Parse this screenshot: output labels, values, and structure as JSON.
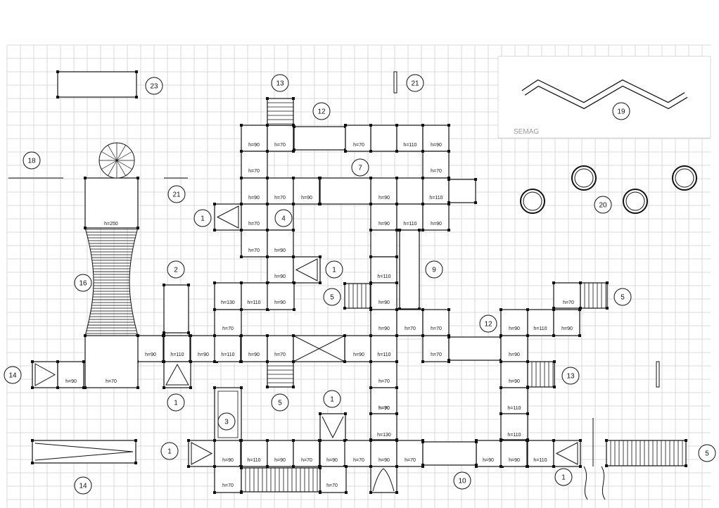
{
  "brand_label": "SEMAG",
  "colors": {
    "line": "#111111",
    "grid": "#cfcfcf",
    "paper": "#ffffff"
  },
  "height_labels": [
    {
      "t": "h=90"
    },
    {
      "t": "h=70"
    },
    {
      "t": "h=70"
    },
    {
      "t": "h=110"
    },
    {
      "t": "h=90"
    },
    {
      "t": "h=70"
    },
    {
      "t": "h=70"
    },
    {
      "t": "h=90"
    },
    {
      "t": "h=70"
    },
    {
      "t": "h=90"
    },
    {
      "t": "h=90"
    },
    {
      "t": "h=110"
    },
    {
      "t": "h=70"
    },
    {
      "t": "h=90"
    },
    {
      "t": "h=110"
    },
    {
      "t": "h=90"
    },
    {
      "t": "h=70"
    },
    {
      "t": "h=90"
    },
    {
      "t": "h=90"
    },
    {
      "t": "h=110"
    },
    {
      "t": "h=130"
    },
    {
      "t": "h=110"
    },
    {
      "t": "h=90"
    },
    {
      "t": "h=90"
    },
    {
      "t": "h=70"
    },
    {
      "t": "h=90"
    },
    {
      "t": "h=110"
    },
    {
      "t": "h=90"
    },
    {
      "t": "h=70"
    },
    {
      "t": "h=90"
    },
    {
      "t": "h=70"
    },
    {
      "t": "h=70"
    },
    {
      "t": "h=90"
    },
    {
      "t": "h=110"
    },
    {
      "t": "h=90"
    },
    {
      "t": "h=110"
    },
    {
      "t": "h=90"
    },
    {
      "t": "h=70"
    },
    {
      "t": "h=90"
    },
    {
      "t": "h=110"
    },
    {
      "t": "h=70"
    },
    {
      "t": "h=90"
    },
    {
      "t": "h=90"
    },
    {
      "t": "h=90"
    },
    {
      "t": "h=70"
    },
    {
      "t": "h=110"
    },
    {
      "t": "h=90"
    },
    {
      "t": "h=130"
    },
    {
      "t": "h=110"
    },
    {
      "t": "h=70"
    },
    {
      "t": "h=90"
    },
    {
      "t": "h=110"
    },
    {
      "t": "h=90"
    },
    {
      "t": "h=70"
    },
    {
      "t": "h=90"
    },
    {
      "t": "h=70"
    },
    {
      "t": "h=90"
    },
    {
      "t": "h=70"
    },
    {
      "t": "h=90"
    },
    {
      "t": "h=90"
    },
    {
      "t": "h=110"
    },
    {
      "t": "h=70"
    },
    {
      "t": "h=70"
    },
    {
      "t": "h=250"
    },
    {
      "t": "h=70"
    }
  ],
  "callouts": [
    {
      "n": "23"
    },
    {
      "n": "13"
    },
    {
      "n": "21"
    },
    {
      "n": "12"
    },
    {
      "n": "19"
    },
    {
      "n": "18"
    },
    {
      "n": "7"
    },
    {
      "n": "21"
    },
    {
      "n": "20"
    },
    {
      "n": "1"
    },
    {
      "n": "4"
    },
    {
      "n": "1"
    },
    {
      "n": "9"
    },
    {
      "n": "2"
    },
    {
      "n": "16"
    },
    {
      "n": "5"
    },
    {
      "n": "5"
    },
    {
      "n": "12"
    },
    {
      "n": "14"
    },
    {
      "n": "1"
    },
    {
      "n": "13"
    },
    {
      "n": "5"
    },
    {
      "n": "1"
    },
    {
      "n": "3"
    },
    {
      "n": "1"
    },
    {
      "n": "14"
    },
    {
      "n": "10"
    },
    {
      "n": "1"
    },
    {
      "n": "5"
    }
  ]
}
